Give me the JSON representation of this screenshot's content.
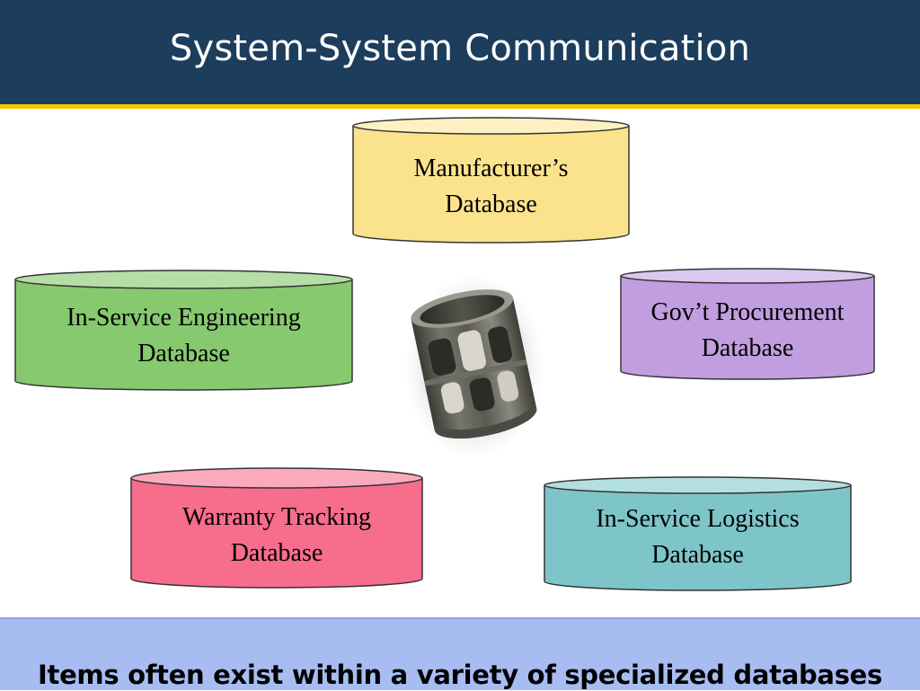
{
  "header": {
    "title": "System-System Communication"
  },
  "databases": [
    {
      "id": "manufacturer",
      "line1": "Manufacturer’s",
      "line2": "Database",
      "fill": "#fbe38e",
      "top_fill": "#fdf1c2"
    },
    {
      "id": "in-service-engineering",
      "line1": "In-Service Engineering",
      "line2": "Database",
      "fill": "#86c96e",
      "top_fill": "#b6dda6"
    },
    {
      "id": "govt-procurement",
      "line1": "Gov’t Procurement",
      "line2": "Database",
      "fill": "#c09ee0",
      "top_fill": "#dac8ef"
    },
    {
      "id": "warranty-tracking",
      "line1": "Warranty Tracking",
      "line2": "Database",
      "fill": "#f76d8c",
      "top_fill": "#fbaabc"
    },
    {
      "id": "in-service-logistics",
      "line1": "In-Service Logistics",
      "line2": "Database",
      "fill": "#7ec5c9",
      "top_fill": "#b4dfe1"
    }
  ],
  "footer": {
    "text": "Items often exist within a variety of specialized databases"
  }
}
